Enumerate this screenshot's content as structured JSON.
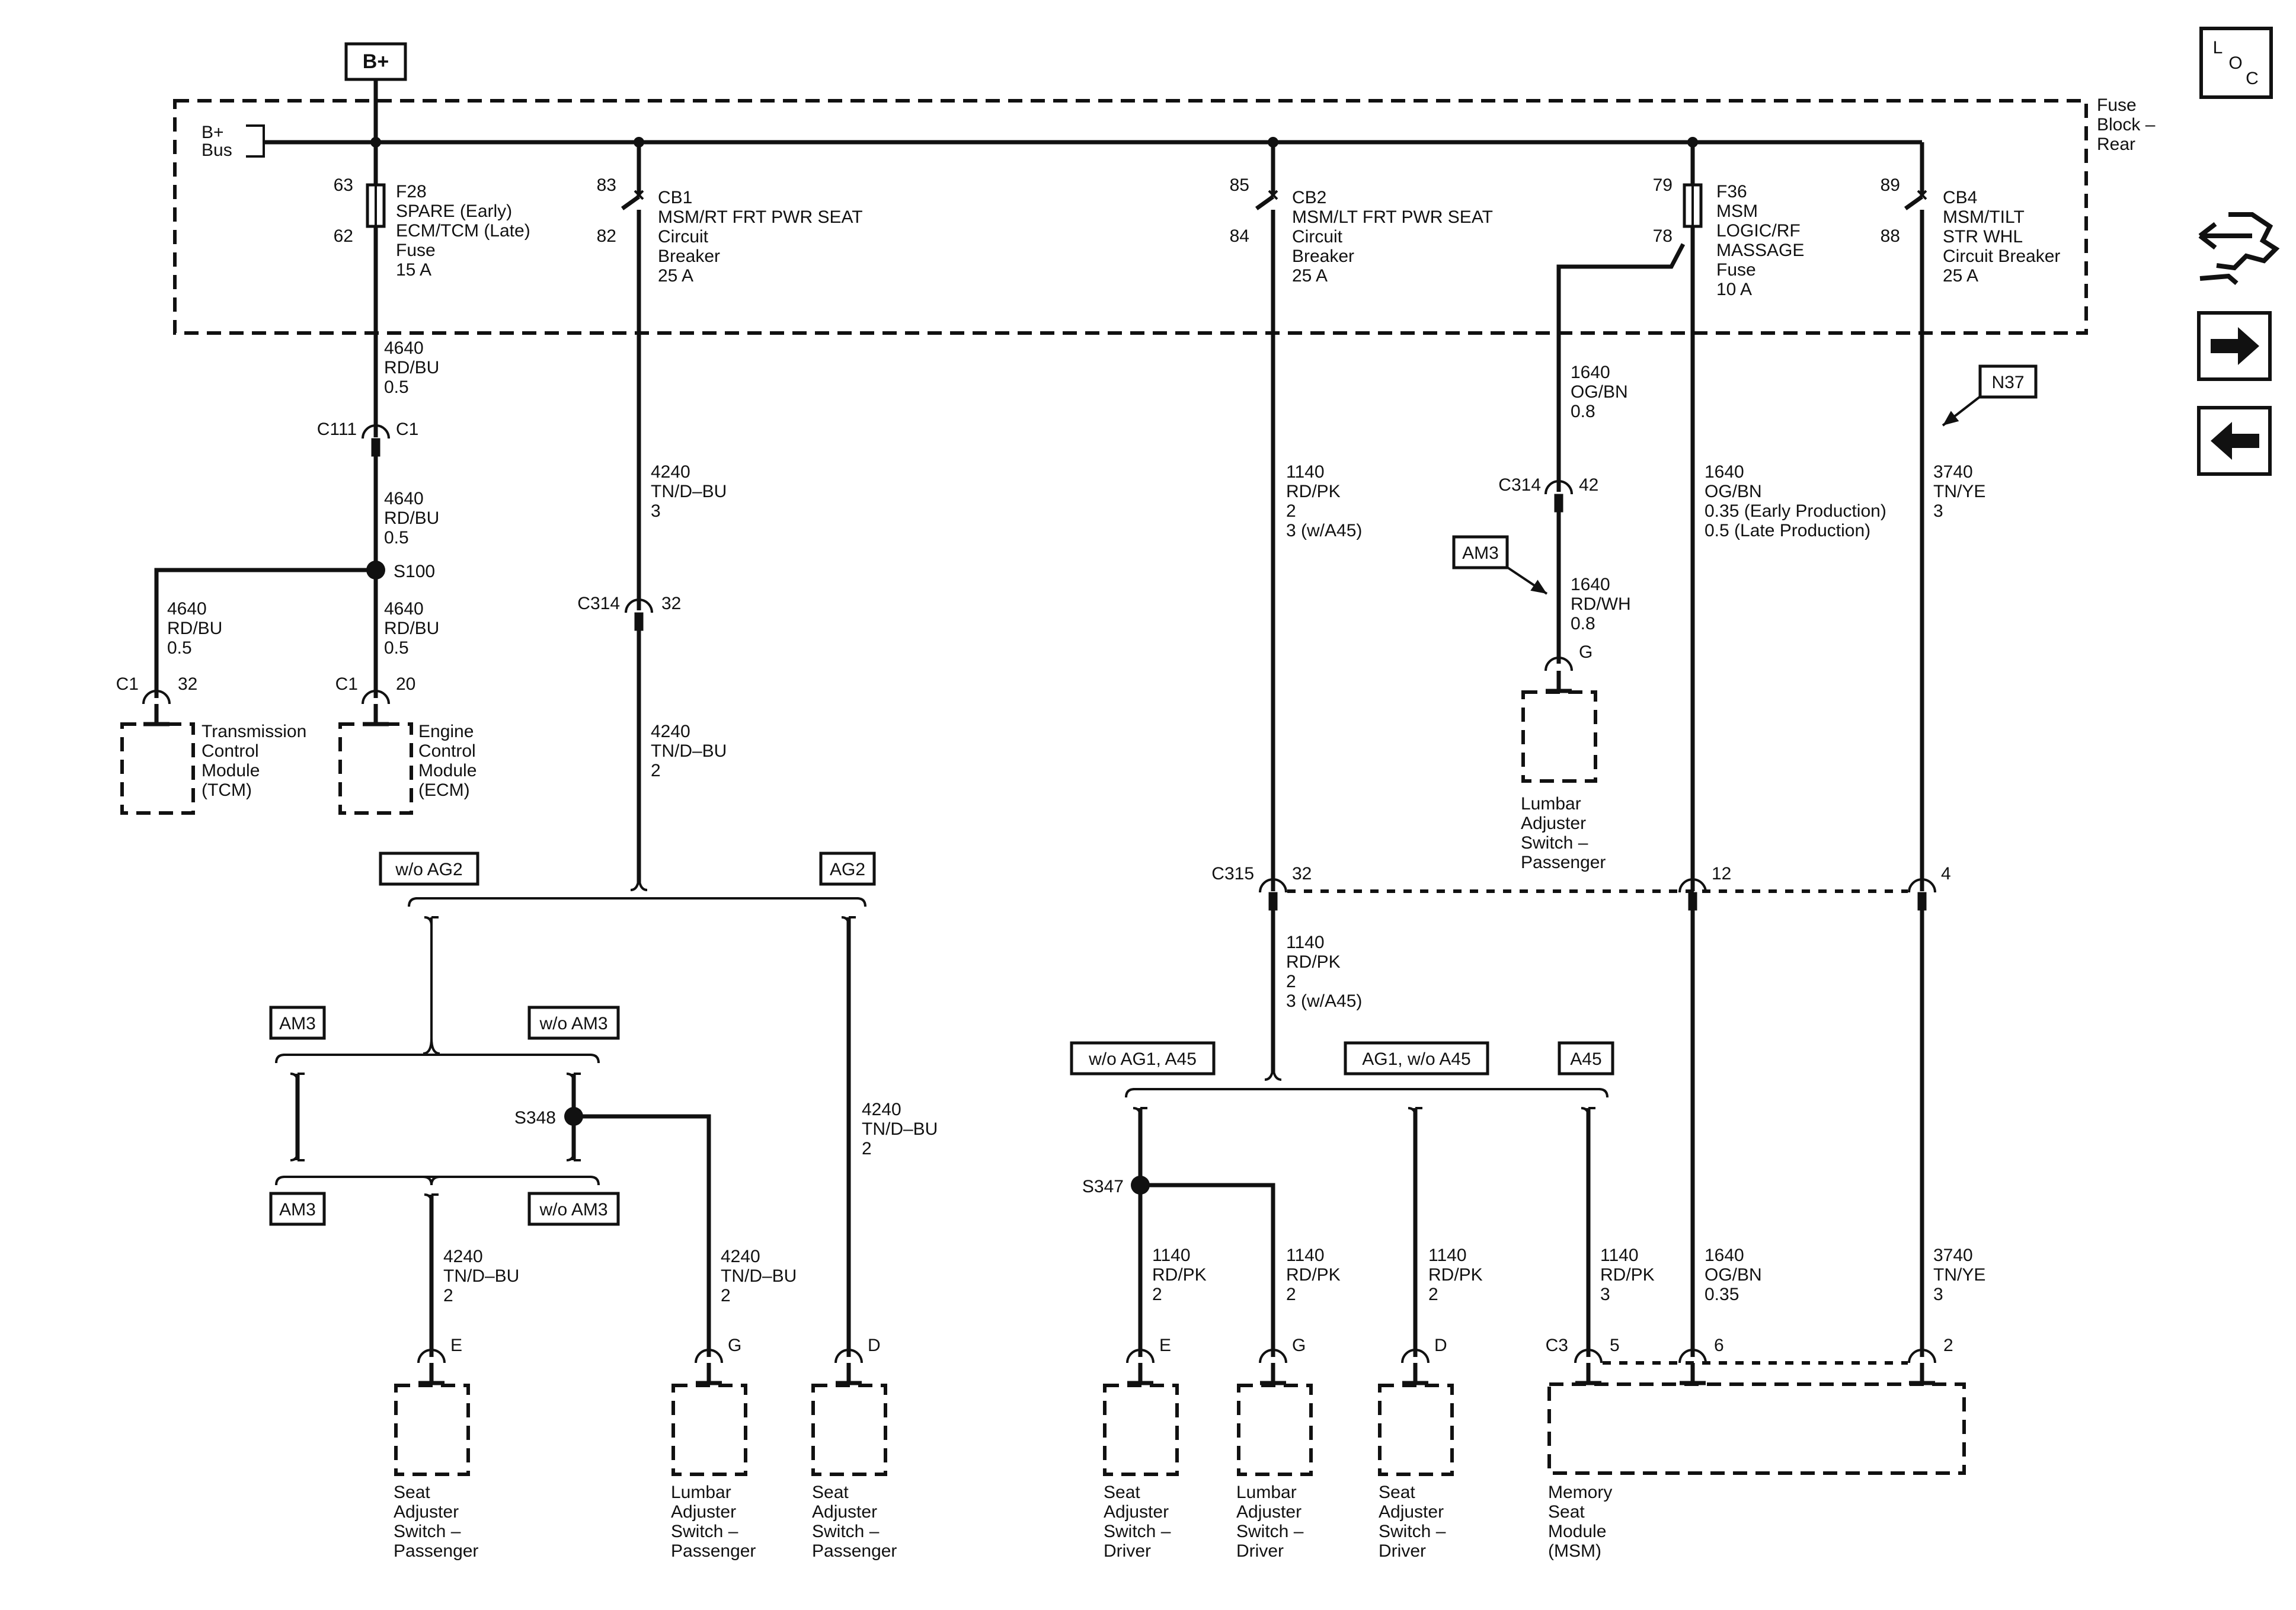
{
  "tags": {
    "b_plus": "B+",
    "n37": "N37",
    "am3_a": "AM3",
    "am3_b": "AM3",
    "am3_c": "AM3",
    "wo_am3_b": "w/o AM3",
    "wo_am3_c": "w/o AM3",
    "wo_ag2": "w/o AG2",
    "ag2": "AG2",
    "wo_ag1_a45": "w/o AG1, A45",
    "ag1_wo_a45": "AG1, w/o A45",
    "a45": "A45"
  },
  "fuse_block": {
    "label": [
      "Fuse",
      "Block –",
      "Rear"
    ],
    "bus": [
      "B+",
      "Bus"
    ],
    "f28": {
      "pins": [
        "63",
        "62"
      ],
      "text": [
        "F28",
        "SPARE (Early)",
        "ECM/TCM (Late)",
        "Fuse",
        "15 A"
      ]
    },
    "cb1": {
      "pins": [
        "83",
        "82"
      ],
      "text": [
        "CB1",
        "MSM/RT FRT PWR SEAT",
        "Circuit",
        "Breaker",
        "25 A"
      ]
    },
    "cb2": {
      "pins": [
        "85",
        "84"
      ],
      "text": [
        "CB2",
        "MSM/LT FRT PWR SEAT",
        "Circuit",
        "Breaker",
        "25 A"
      ]
    },
    "f36": {
      "pins": [
        "79",
        "78"
      ],
      "text": [
        "F36",
        "MSM",
        "LOGIC/RF",
        "MASSAGE",
        "Fuse",
        "10 A"
      ]
    },
    "cb4": {
      "pins": [
        "89",
        "88"
      ],
      "text": [
        "CB4",
        "MSM/TILT",
        "STR WHL",
        "Circuit Breaker",
        "25 A"
      ]
    }
  },
  "wires": {
    "w4640_top": [
      "4640",
      "RD/BU",
      "0.5"
    ],
    "w4640_mid": [
      "4640",
      "RD/BU",
      "0.5"
    ],
    "w4640_tcm": [
      "4640",
      "RD/BU",
      "0.5"
    ],
    "w4640_ecm": [
      "4640",
      "RD/BU",
      "0.5"
    ],
    "w4240_top": [
      "4240",
      "TN/D–BU",
      "3"
    ],
    "w4240_mid": [
      "4240",
      "TN/D–BU",
      "2"
    ],
    "w4240_right": [
      "4240",
      "TN/D–BU",
      "2"
    ],
    "w4240_bl": [
      "4240",
      "TN/D–BU",
      "2"
    ],
    "w4240_bm": [
      "4240",
      "TN/D–BU",
      "2"
    ],
    "w1140_top": [
      "1140",
      "RD/PK",
      "2",
      "3 (w/A45)"
    ],
    "w1140_mid": [
      "1140",
      "RD/PK",
      "2",
      "3 (w/A45)"
    ],
    "w1140_b1": [
      "1140",
      "RD/PK",
      "2"
    ],
    "w1140_b2": [
      "1140",
      "RD/PK",
      "2"
    ],
    "w1140_b3": [
      "1140",
      "RD/PK",
      "2"
    ],
    "w1140_b4": [
      "1140",
      "RD/PK",
      "3"
    ],
    "w1640_og": [
      "1640",
      "OG/BN",
      "0.8"
    ],
    "w1640_wh": [
      "1640",
      "RD/WH",
      "0.8"
    ],
    "w1640_main": [
      "1640",
      "OG/BN",
      "0.35 (Early Production)",
      "0.5 (Late Production)"
    ],
    "w1640_bot": [
      "1640",
      "OG/BN",
      "0.35"
    ],
    "w3740_top": [
      "3740",
      "TN/YE",
      "3"
    ],
    "w3740_bot": [
      "3740",
      "TN/YE",
      "3"
    ]
  },
  "connectors": {
    "c111": "C111",
    "c111_pin": "C1",
    "c314a": "C314",
    "c314a_pin": "32",
    "c314b": "C314",
    "c314b_pin": "42",
    "c315": "C315",
    "c315_pins": [
      "32",
      "12",
      "4"
    ],
    "tcm_c": "C1",
    "tcm_pin": "32",
    "ecm_c": "C1",
    "ecm_pin": "20",
    "lumbar_top_pin": "G",
    "bottom_pins": [
      "E",
      "G",
      "D",
      "E",
      "G",
      "D"
    ],
    "msm_c": "C3",
    "msm_pins": [
      "5",
      "6",
      "2"
    ]
  },
  "splices": {
    "s100": "S100",
    "s348": "S348",
    "s347": "S347"
  },
  "components": {
    "tcm": [
      "Transmission",
      "Control",
      "Module",
      "(TCM)"
    ],
    "ecm": [
      "Engine",
      "Control",
      "Module",
      "(ECM)"
    ],
    "lumbar_pass_top": [
      "Lumbar",
      "Adjuster",
      "Switch –",
      "Passenger"
    ],
    "seat_pass_1": [
      "Seat",
      "Adjuster",
      "Switch –",
      "Passenger"
    ],
    "lumbar_pass_bot": [
      "Lumbar",
      "Adjuster",
      "Switch –",
      "Passenger"
    ],
    "seat_pass_2": [
      "Seat",
      "Adjuster",
      "Switch –",
      "Passenger"
    ],
    "seat_drv_1": [
      "Seat",
      "Adjuster",
      "Switch –",
      "Driver"
    ],
    "lumbar_drv": [
      "Lumbar",
      "Adjuster",
      "Switch –",
      "Driver"
    ],
    "seat_drv_2": [
      "Seat",
      "Adjuster",
      "Switch –",
      "Driver"
    ],
    "msm": [
      "Memory",
      "Seat",
      "Module",
      "(MSM)"
    ]
  },
  "loc_icon": [
    "L",
    "O",
    "C"
  ]
}
